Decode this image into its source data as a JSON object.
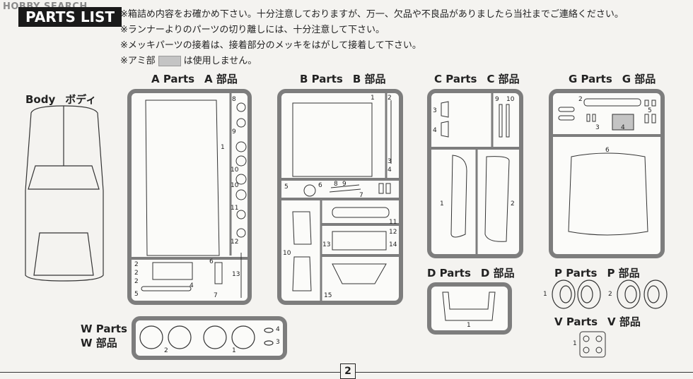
{
  "watermark": "HOBBY SEARCH",
  "section_title": "PARTS LIST",
  "notes": {
    "line1": "※箱詰め内容をお確かめ下さい。十分注意しておりますが、万一、欠品や不良品がありましたら当社までご連絡ください。",
    "line2": "※ランナーよりのパーツの切り離しには、十分注意して下さい。",
    "line3": "※メッキパーツの接着は、接着部分のメッキをはがして接着して下さい。",
    "line4_prefix": "※アミ部",
    "line4_suffix": "は使用しません。"
  },
  "body": {
    "en": "Body",
    "jp": "ボディ"
  },
  "parts": {
    "a": {
      "en": "A Parts",
      "jp": "A 部品"
    },
    "b": {
      "en": "B Parts",
      "jp": "B 部品"
    },
    "c": {
      "en": "C Parts",
      "jp": "C 部品"
    },
    "g": {
      "en": "G Parts",
      "jp": "G 部品"
    },
    "d": {
      "en": "D Parts",
      "jp": "D 部品"
    },
    "p": {
      "en": "P Parts",
      "jp": "P 部品"
    },
    "v": {
      "en": "V Parts",
      "jp": "V 部品"
    },
    "w": {
      "en": "W Parts",
      "jp": "W 部品"
    }
  },
  "numbers": {
    "a": [
      "8",
      "9",
      "1",
      "10",
      "10",
      "11",
      "12",
      "2",
      "2",
      "6",
      "13",
      "2",
      "4",
      "5",
      "7"
    ],
    "b": [
      "1",
      "2",
      "3",
      "4",
      "5",
      "6",
      "8",
      "7",
      "9",
      "11",
      "12",
      "13",
      "14",
      "10",
      "15"
    ],
    "c": [
      "9",
      "10",
      "3",
      "4",
      "1",
      "2"
    ],
    "g": [
      "2",
      "5",
      "3",
      "4",
      "6"
    ],
    "d": [
      "1"
    ],
    "p": [
      "1",
      "2"
    ],
    "v": [
      "1"
    ],
    "w": [
      "2",
      "1",
      "4",
      "3"
    ]
  },
  "page_number": "2",
  "colors": {
    "runner": "#7d7d7d",
    "unused": "#c4c4c4"
  }
}
